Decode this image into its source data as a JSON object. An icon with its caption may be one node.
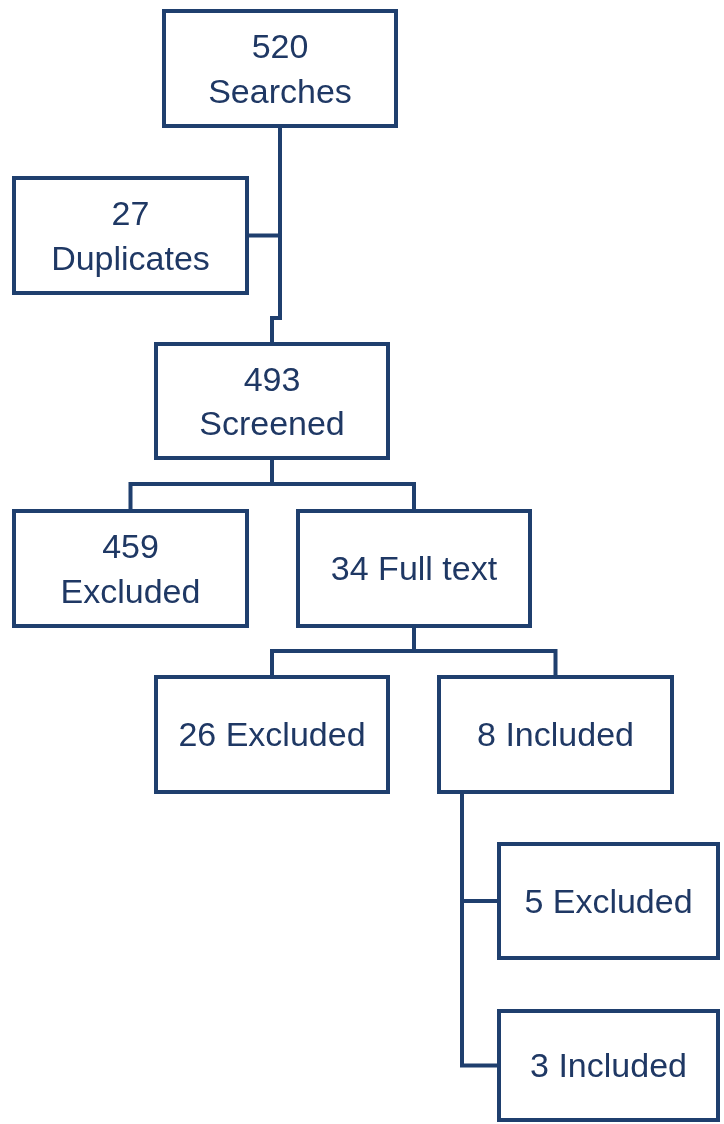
{
  "diagram": {
    "nodes": [
      {
        "text": [
          "520",
          "Searches"
        ]
      },
      {
        "text": [
          "27",
          "Duplicates"
        ]
      },
      {
        "text": [
          "493",
          "Screened"
        ]
      },
      {
        "text": [
          "459",
          "Excluded"
        ]
      },
      {
        "text": [
          "34 Full text"
        ]
      },
      {
        "text": [
          "26 Excluded"
        ]
      },
      {
        "text": [
          "8 Included"
        ]
      },
      {
        "text": [
          "5 Excluded"
        ]
      },
      {
        "text": [
          "3 Included"
        ]
      }
    ],
    "edges": [
      {
        "from": 0,
        "to": 1,
        "arrow": "none"
      },
      {
        "from": 0,
        "to": 2,
        "arrow": "none"
      },
      {
        "from": 2,
        "to": 3,
        "arrow": "none"
      },
      {
        "from": 2,
        "to": 4,
        "arrow": "none"
      },
      {
        "from": 4,
        "to": 5,
        "arrow": "none"
      },
      {
        "from": 4,
        "to": 6,
        "arrow": "none"
      },
      {
        "from": 6,
        "to": 7,
        "arrow": "none"
      },
      {
        "from": 6,
        "to": 8,
        "arrow": "none"
      }
    ]
  }
}
